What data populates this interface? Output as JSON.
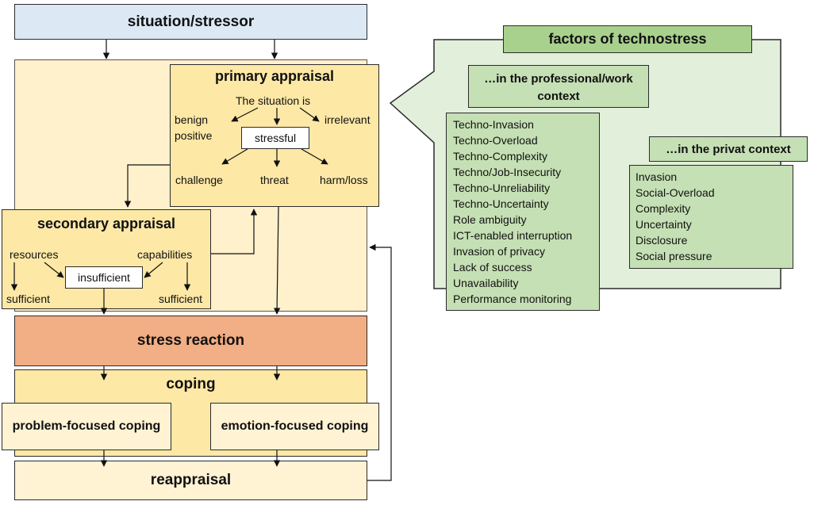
{
  "colors": {
    "situation_fill": "#dce9f5",
    "appraisal_fill": "#fde8a6",
    "backdrop_fill": "#fff1cc",
    "stress_fill": "#f2ae84",
    "coping_fill": "#fde8a6",
    "light_fill": "#fff3d4",
    "green_header": "#a9d18e",
    "green_panel": "#e2efda",
    "green_box": "#c5e0b4"
  },
  "situation": "situation/stressor",
  "primary": {
    "title": "primary appraisal",
    "situation_is": "The situation is",
    "benign": "benign",
    "positive": "positive",
    "irrelevant": "irrelevant",
    "stressful": "stressful",
    "challenge": "challenge",
    "threat": "threat",
    "harm_loss": "harm/loss"
  },
  "secondary": {
    "title": "secondary appraisal",
    "resources": "resources",
    "capabilities": "capabilities",
    "insufficient": "insufficient",
    "sufficient_left": "sufficient",
    "sufficient_right": "sufficient"
  },
  "stress_reaction": "stress reaction",
  "coping": {
    "title": "coping",
    "problem": "problem-focused coping",
    "emotion": "emotion-focused coping"
  },
  "reappraisal": "reappraisal",
  "factors": {
    "title": "factors of technostress",
    "work_context_line1": "…in the professional/work",
    "work_context_line2": "context",
    "work_items": [
      "Techno-Invasion",
      "Techno-Overload",
      "Techno-Complexity",
      "Techno/Job-Insecurity",
      "Techno-Unreliability",
      "Techno-Uncertainty",
      "Role ambiguity",
      "ICT-enabled interruption",
      "Invasion of privacy",
      "Lack of success",
      "Unavailability",
      "Performance monitoring"
    ],
    "private_context": "…in the privat context",
    "private_items": [
      "Invasion",
      "Social-Overload",
      "Complexity",
      "Uncertainty",
      "Disclosure",
      "Social pressure"
    ]
  }
}
